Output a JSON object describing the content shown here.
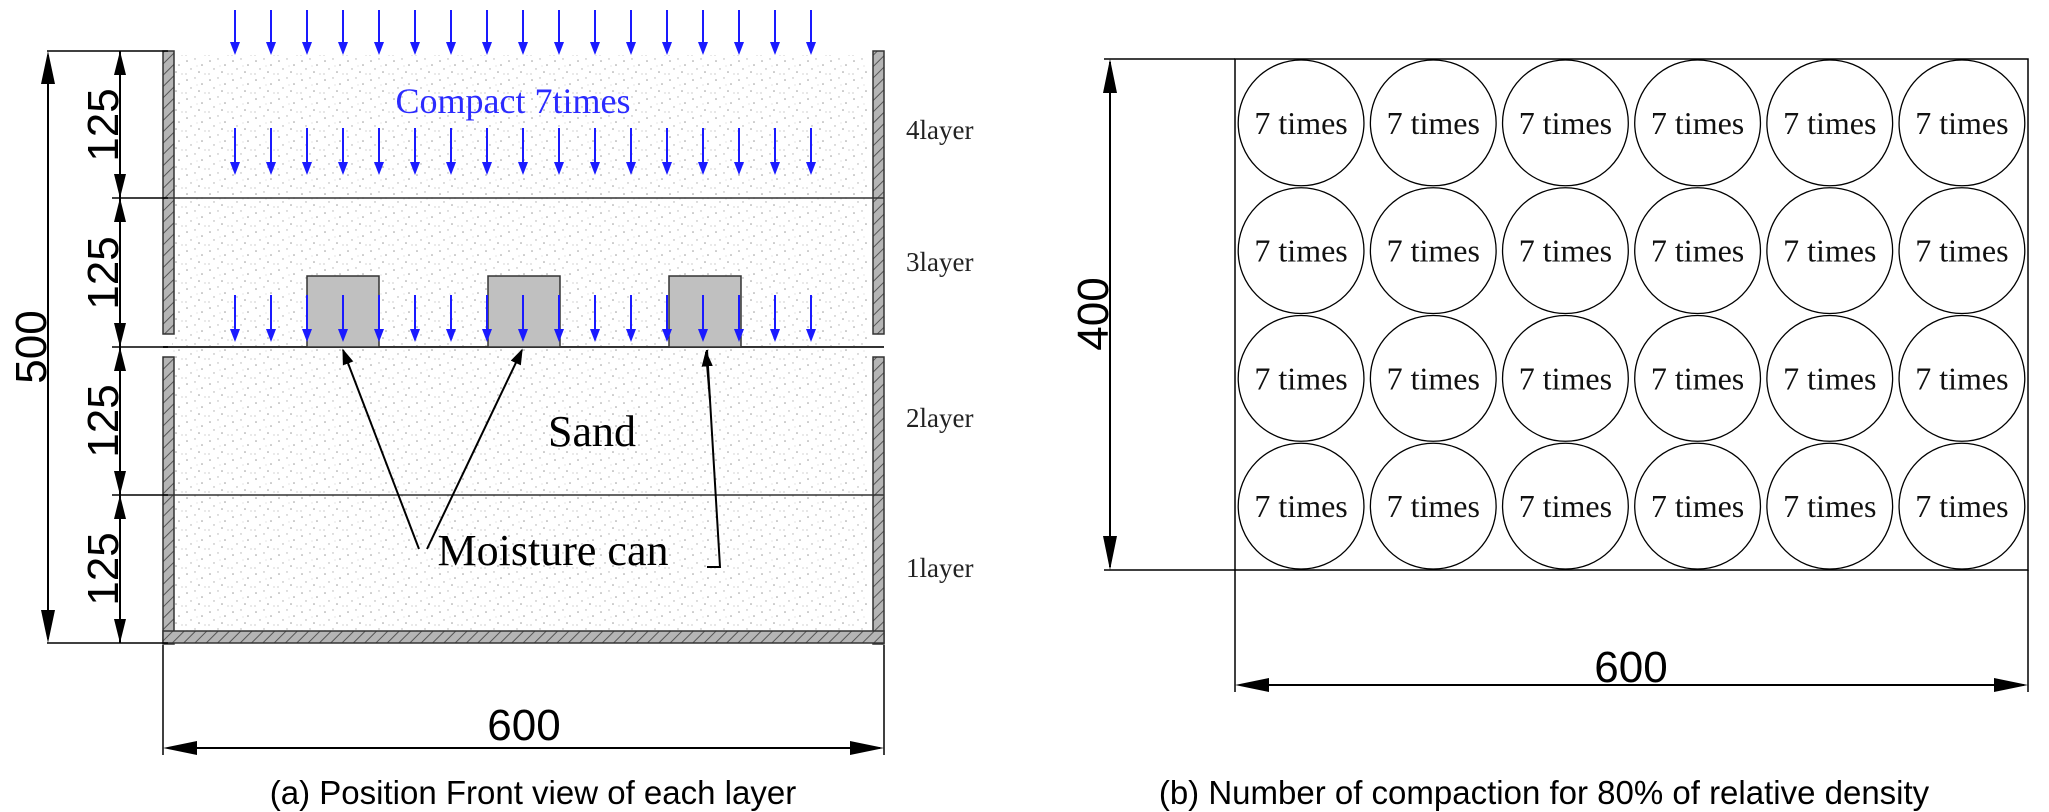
{
  "panel_a": {
    "compact_label": "Compact 7times",
    "sand_label": "Sand",
    "moisture_label": "Moisture can",
    "layers": [
      "4layer",
      "3layer",
      "2layer",
      "1layer"
    ],
    "layer_dims": [
      "125",
      "125",
      "125",
      "125"
    ],
    "total_height": "500",
    "width": "600",
    "caption": "(a) Position Front view of each layer"
  },
  "panel_b": {
    "width": "600",
    "height": "400",
    "cell_label": "7 times",
    "rows": 4,
    "cols": 6,
    "caption": "(b) Number of compaction for 80% of relative density"
  },
  "colors": {
    "arrow_blue": "#1a1aff",
    "label_blue": "#2b2bff",
    "can_fill": "#c0c0c0",
    "wall_fill": "#9a9a9a"
  }
}
